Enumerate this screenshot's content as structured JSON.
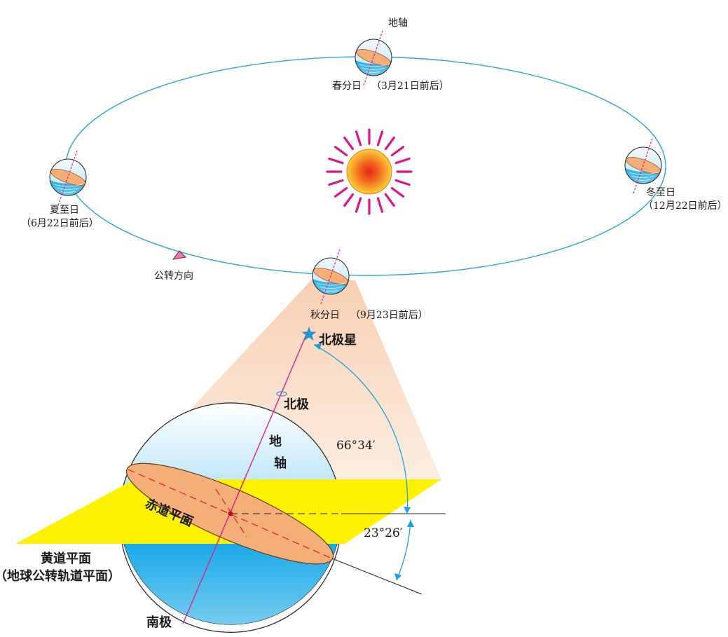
{
  "orbit": {
    "axis_label": "地轴",
    "spring": {
      "name": "春分日",
      "date": "（3月21日前后）"
    },
    "summer": {
      "name": "夏至日",
      "date": "（6月22日前后）"
    },
    "autumn": {
      "name": "秋分日",
      "date": "（9月23日前后）"
    },
    "winter": {
      "name": "冬至日",
      "date": "（12月22日前后）"
    },
    "revolution_direction": "公转方向"
  },
  "detail": {
    "polaris": "北极星",
    "north_pole": "北极",
    "south_pole": "南极",
    "axis_char_1": "地",
    "axis_char_2": "轴",
    "equator_plane": "赤道平面",
    "angle_large": "66°34′",
    "angle_small": "23°26′",
    "ecliptic_plane": "黄道平面",
    "ecliptic_note": "（地球公转轨道平面）"
  },
  "colors": {
    "orbit": "#2aa7d6",
    "axis": "#e0218a",
    "sun_ray": "#d9168a",
    "ecliptic": "#fff200",
    "equator": "#f4ae78",
    "ocean": "#19a8e6"
  }
}
